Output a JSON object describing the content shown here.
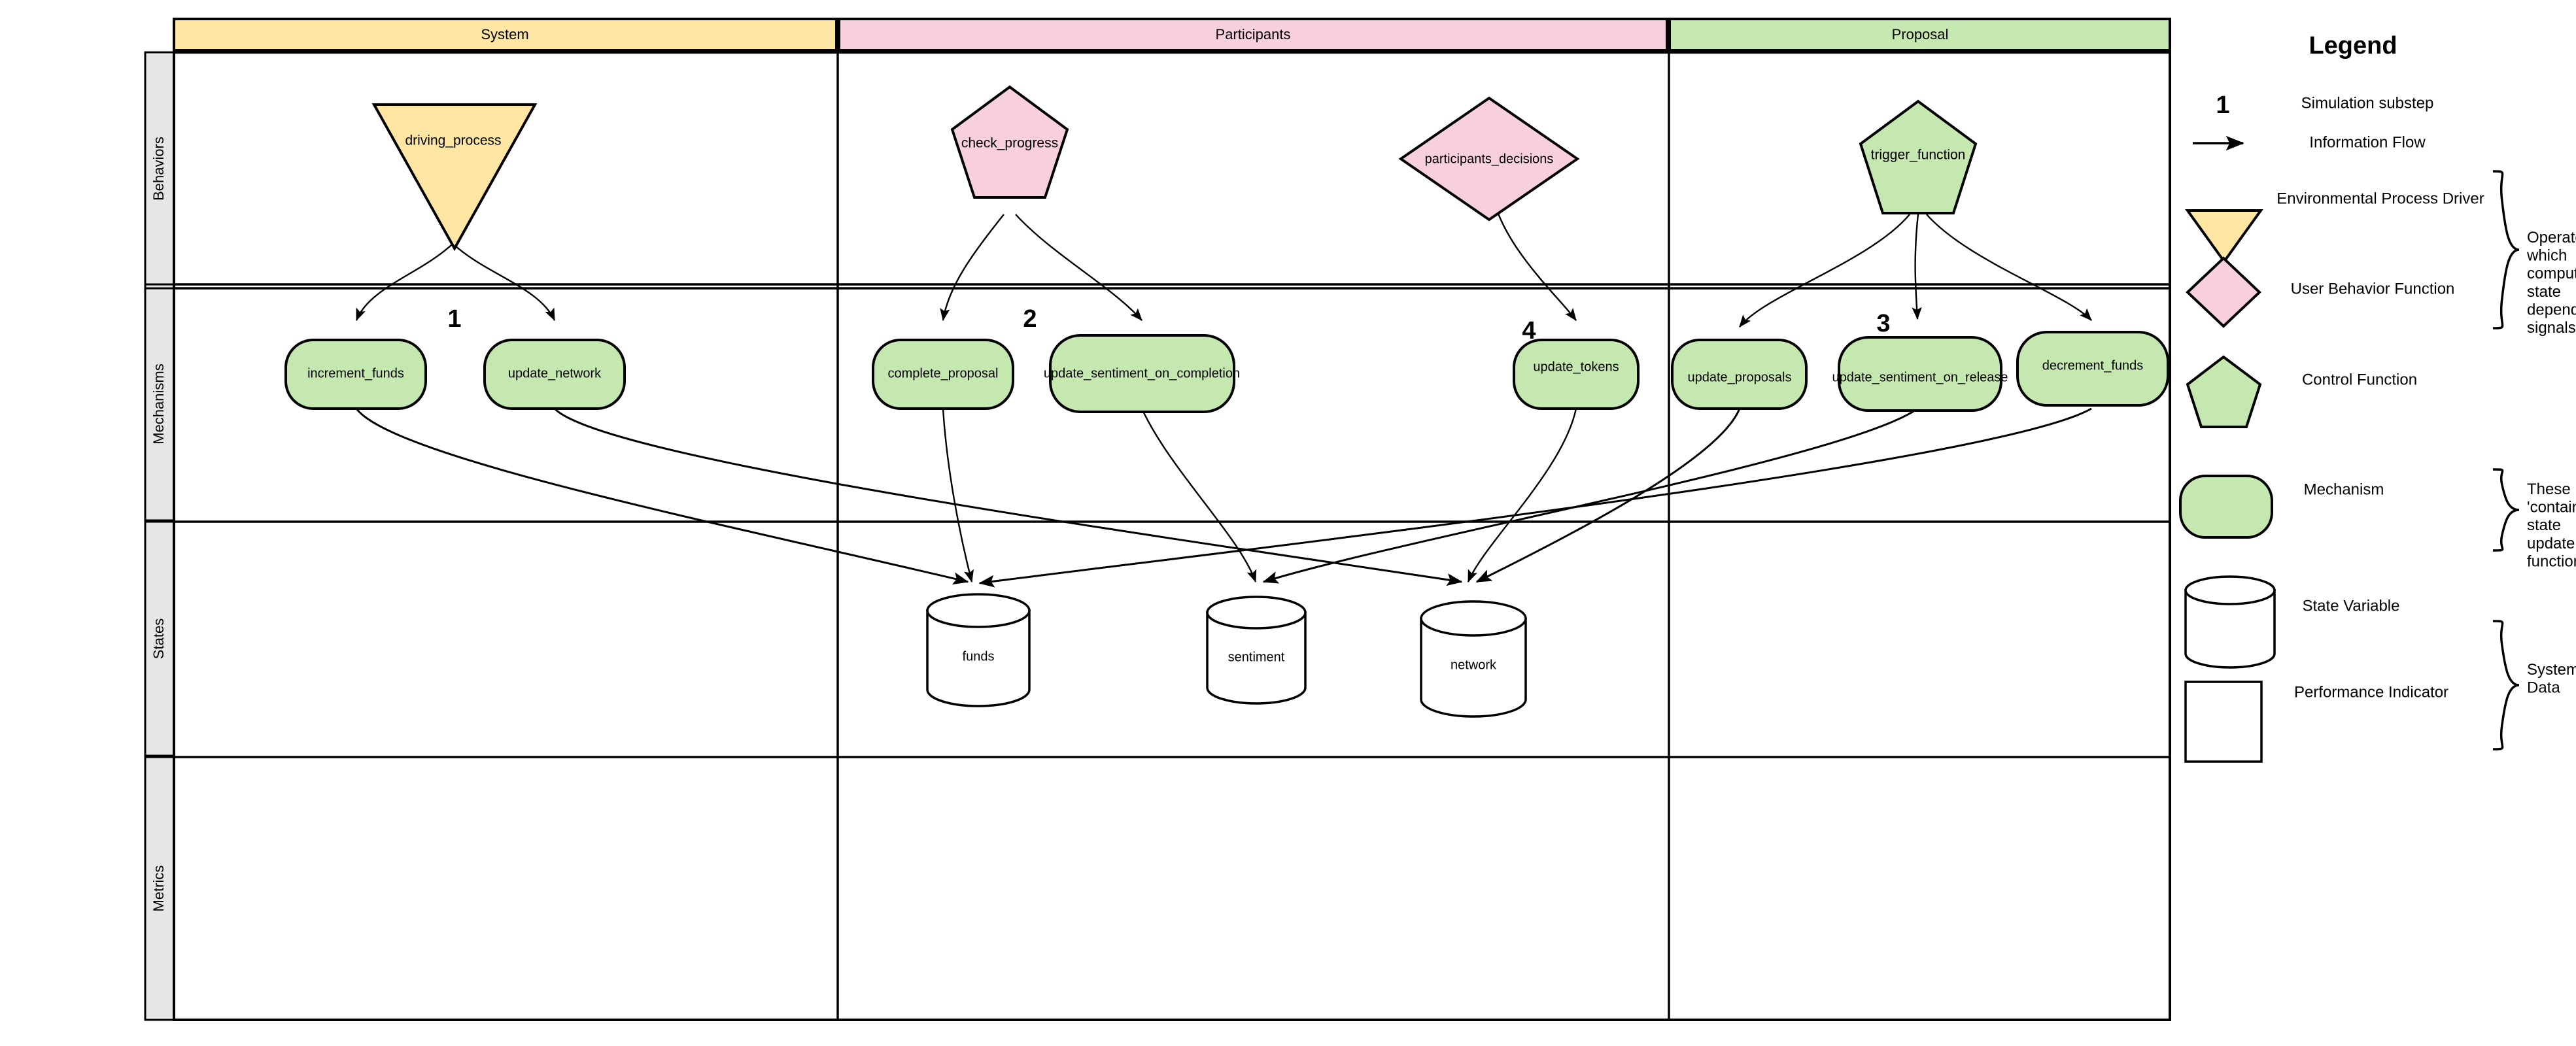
{
  "diagram": {
    "columns": [
      {
        "id": "system",
        "label": "System",
        "color": "#ffe6a3"
      },
      {
        "id": "participants",
        "label": "Participants",
        "color": "#f8cfdf"
      },
      {
        "id": "proposal",
        "label": "Proposal",
        "color": "#c5e8b0"
      }
    ],
    "rows": [
      {
        "id": "behaviors",
        "label": "Behaviors"
      },
      {
        "id": "mechanisms",
        "label": "Mechanisms"
      },
      {
        "id": "states",
        "label": "States"
      },
      {
        "id": "metrics",
        "label": "Metrics"
      }
    ],
    "behaviors": [
      {
        "id": "driving_process",
        "label": "driving_process",
        "shape": "triangle-down",
        "column": "system",
        "fill": "#ffe6a3"
      },
      {
        "id": "check_progress",
        "label": "check_progress",
        "shape": "pentagon",
        "column": "participants",
        "fill": "#f8cfdf"
      },
      {
        "id": "participants_decisions",
        "label": "participants_decisions",
        "shape": "diamond",
        "column": "participants",
        "fill": "#f8cfdf"
      },
      {
        "id": "trigger_function",
        "label": "trigger_function",
        "shape": "pentagon",
        "column": "proposal",
        "fill": "#c5e8b0"
      }
    ],
    "mechanisms": [
      {
        "id": "increment_funds",
        "label": "increment_funds",
        "column": "system",
        "fill": "#c5e8b0"
      },
      {
        "id": "update_network",
        "label": "update_network",
        "column": "system",
        "fill": "#c5e8b0"
      },
      {
        "id": "complete_proposal",
        "label": "complete_proposal",
        "column": "participants",
        "fill": "#c5e8b0"
      },
      {
        "id": "update_sentiment_on_completion",
        "label": "update_sentiment_on_completion",
        "column": "participants",
        "fill": "#c5e8b0"
      },
      {
        "id": "update_tokens",
        "label": "update_tokens",
        "column": "participants",
        "fill": "#c5e8b0"
      },
      {
        "id": "update_proposals",
        "label": "update_proposals",
        "column": "proposal",
        "fill": "#c5e8b0"
      },
      {
        "id": "update_sentiment_on_release",
        "label": "update_sentiment_on_release",
        "column": "proposal",
        "fill": "#c5e8b0"
      },
      {
        "id": "decrement_funds",
        "label": "decrement_funds",
        "column": "proposal",
        "fill": "#c5e8b0"
      }
    ],
    "states": [
      {
        "id": "funds",
        "label": "funds",
        "column": "participants"
      },
      {
        "id": "sentiment",
        "label": "sentiment",
        "column": "participants"
      },
      {
        "id": "network",
        "label": "network",
        "column": "participants"
      }
    ],
    "substeps": [
      {
        "number": "1",
        "column": "system"
      },
      {
        "number": "2",
        "column": "participants"
      },
      {
        "number": "4",
        "column": "participants"
      },
      {
        "number": "3",
        "column": "proposal"
      }
    ]
  },
  "legend": {
    "title": "Legend",
    "items": [
      {
        "id": "simulation-substep",
        "glyph": "1",
        "label": "Simulation substep"
      },
      {
        "id": "information-flow",
        "glyph": "arrow",
        "label": "Information Flow"
      },
      {
        "id": "environmental-process-driver",
        "glyph": "triangle-down",
        "label": "Environmental Process Driver",
        "fill": "#ffe6a3"
      },
      {
        "id": "user-behavior-function",
        "glyph": "diamond",
        "label": "User Behavior Function",
        "fill": "#f8cfdf"
      },
      {
        "id": "control-function",
        "glyph": "pentagon",
        "label": "Control Function",
        "fill": "#c5e8b0"
      },
      {
        "id": "mechanism",
        "glyph": "rounded-rect",
        "label": "Mechanism",
        "fill": "#c5e8b0"
      },
      {
        "id": "state-variable",
        "glyph": "cylinder",
        "label": "State Variable",
        "fill": "#ffffff"
      },
      {
        "id": "performance-indicator",
        "glyph": "rect",
        "label": "Performance Indicator",
        "fill": "#ffffff"
      }
    ],
    "brackets": [
      {
        "id": "operators-bracket",
        "text": [
          "Operators",
          "which",
          "compute",
          "state",
          "dependent",
          "signals"
        ]
      },
      {
        "id": "mechanism-bracket",
        "text": [
          "These",
          "'contain'",
          "state",
          "update",
          "functions"
        ]
      },
      {
        "id": "system-data-bracket",
        "text": [
          "System",
          "Data"
        ]
      }
    ]
  },
  "colors": {
    "system": "#ffe6a3",
    "participants": "#f8cfdf",
    "proposal": "#c5e8b0",
    "mechanism": "#c5e8b0",
    "row_label_bg": "#e6e6e6",
    "stroke": "#000000"
  }
}
